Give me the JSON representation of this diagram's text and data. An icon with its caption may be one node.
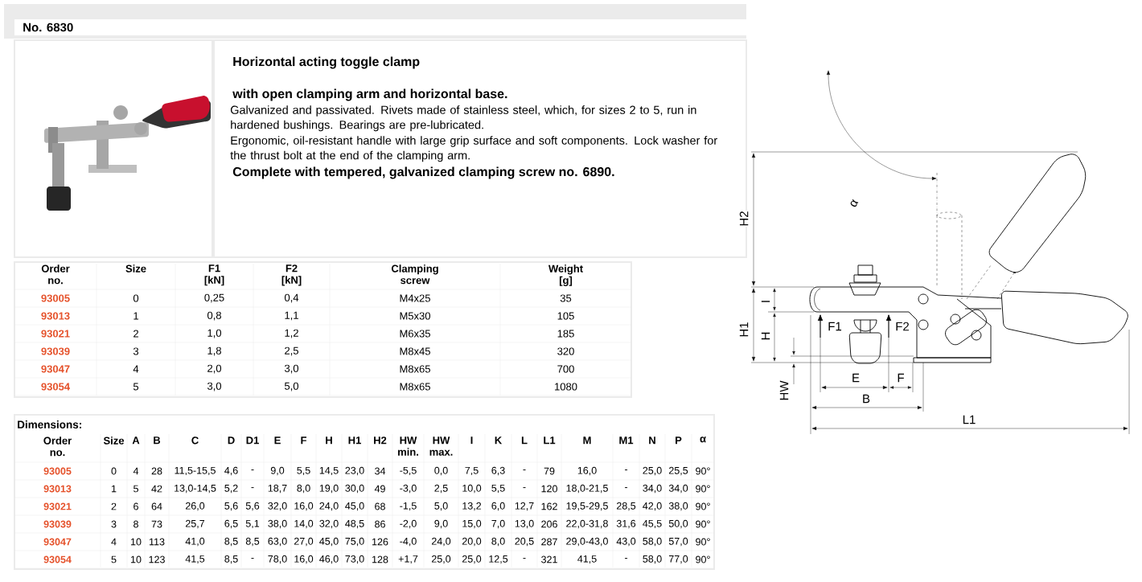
{
  "diagram": {
    "title": "No. 6830",
    "labels": [
      "Horizontal acting toggle clamp",
      "with open clamping arm and horizontal base.",
      "Galvanized and passivated. Rivets made of stainless steel, which, for sizes 2 to 5, run in hardened bushings. Bearings are pre-lubricated.",
      "Ergonomic, oil-resistant handle with large grip surface and soft components. Lock washer for the thrust bolt at the end of the clamping arm.",
      "Complete with tempered, galvanized clamping screw no. 6890.",
      "Order no.",
      "Size",
      "F1 [kN]",
      "F2 [kN]",
      "Clamping screw",
      "Weight [g]",
      "93005",
      "0",
      "0,25",
      "0,4",
      "M4x25",
      "35",
      "93013",
      "1",
      "0,8",
      "1,1",
      "M5x30",
      "105",
      "93021",
      "2",
      "1,0",
      "1,2",
      "M6x35",
      "185",
      "93039",
      "3",
      "1,8",
      "2,5",
      "M8x45",
      "320",
      "93047",
      "4",
      "2,0",
      "3,0",
      "M8x65",
      "700",
      "93054",
      "5",
      "3,0",
      "5,0",
      "M8x65",
      "1080",
      "Dimensions:",
      "Order no.",
      "Size",
      "A",
      "B",
      "C",
      "D",
      "D1",
      "E",
      "F",
      "H",
      "H1",
      "H2",
      "HW min.",
      "HW max.",
      "I",
      "K",
      "L",
      "L1",
      "M",
      "M1",
      "N",
      "P",
      "α",
      "93005",
      "0",
      "4",
      "28",
      "11,5-15,5",
      "4,6",
      "-",
      "9,0",
      "5,5",
      "14,5",
      "23,0",
      "34",
      "-5,5",
      "0,0",
      "7,5",
      "6,3",
      "-",
      "79",
      "16,0",
      "-",
      "25,0",
      "25,5",
      "90°",
      "93013",
      "1",
      "5",
      "42",
      "13,0-14,5",
      "5,2",
      "-",
      "18,7",
      "8,0",
      "19,0",
      "30,0",
      "49",
      "-3,0",
      "2,5",
      "10,0",
      "5,5",
      "-",
      "120",
      "18,0-21,5",
      "-",
      "34,0",
      "34,0",
      "90°",
      "93021",
      "2",
      "6",
      "64",
      "26,0",
      "5,6",
      "5,6",
      "32,0",
      "16,0",
      "24,0",
      "45,0",
      "68",
      "-1,5",
      "5,0",
      "13,2",
      "6,0",
      "12,7",
      "162",
      "19,5-29,5",
      "28,5",
      "42,0",
      "38,0",
      "90°",
      "93039",
      "3",
      "8",
      "73",
      "25,7",
      "6,5",
      "5,1",
      "38,0",
      "14,0",
      "32,0",
      "48,5",
      "86",
      "-2,0",
      "9,0",
      "15,0",
      "7,0",
      "13,0",
      "206",
      "22,0-31,8",
      "31,6",
      "45,5",
      "50,0",
      "90°",
      "93047",
      "4",
      "10",
      "113",
      "41,0",
      "8,5",
      "8,5",
      "63,0",
      "27,0",
      "45,0",
      "75,0",
      "126",
      "-4,0",
      "24,0",
      "20,0",
      "8,0",
      "20,5",
      "287",
      "29,0-43,0",
      "43,0",
      "58,0",
      "57,0",
      "90°",
      "93054",
      "5",
      "10",
      "123",
      "41,5",
      "8,5",
      "-",
      "78,0",
      "16,0",
      "46,0",
      "73,0",
      "128",
      "+1,7",
      "25,0",
      "25,0",
      "12,5",
      "-",
      "321",
      "41,5",
      "-",
      "58,0",
      "77,0",
      "90°",
      "H2",
      "α",
      "I",
      "H1",
      "H",
      "F1",
      "F2",
      "HW",
      "E",
      "F",
      "B",
      "L1"
    ]
  }
}
